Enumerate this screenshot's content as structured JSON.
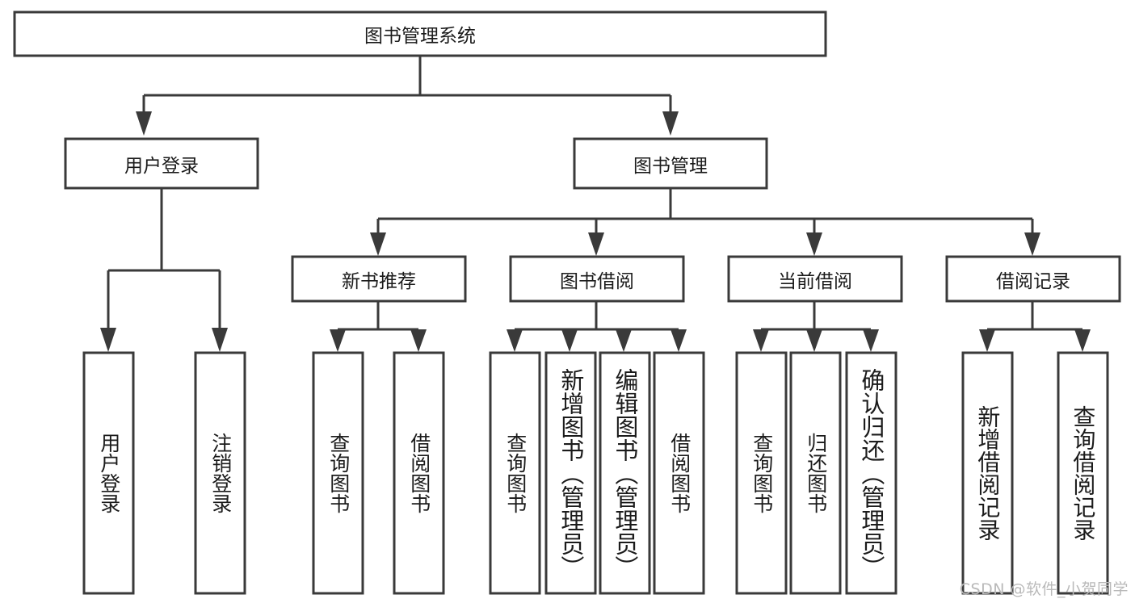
{
  "diagram": {
    "type": "tree-hierarchy-flowchart",
    "title": "图书管理系统",
    "watermark": "CSDN @软件_小贺同学",
    "colors": {
      "box_stroke": "#3a3a3a",
      "box_fill": "#ffffff",
      "text": "#1b1b1b",
      "background": "#ffffff",
      "watermark": "#b9b9b9"
    },
    "nodes": {
      "root": {
        "label": "图书管理系统",
        "level": 1,
        "orientation": "horizontal"
      },
      "l2": [
        {
          "id": "user-login",
          "label": "用户登录",
          "level": 2,
          "orientation": "horizontal"
        },
        {
          "id": "book-management",
          "label": "图书管理",
          "level": 2,
          "orientation": "horizontal"
        }
      ],
      "l3": [
        {
          "id": "new-book-recommend",
          "label": "新书推荐",
          "level": 3,
          "orientation": "horizontal",
          "parent": "book-management"
        },
        {
          "id": "book-borrow",
          "label": "图书借阅",
          "level": 3,
          "orientation": "horizontal",
          "parent": "book-management"
        },
        {
          "id": "current-borrow",
          "label": "当前借阅",
          "level": 3,
          "orientation": "horizontal",
          "parent": "book-management"
        },
        {
          "id": "borrow-record",
          "label": "借阅记录",
          "level": 3,
          "orientation": "horizontal",
          "parent": "book-management"
        }
      ],
      "leaves": [
        {
          "id": "leaf-user-login",
          "label": "用户登录",
          "parent": "user-login",
          "orientation": "vertical"
        },
        {
          "id": "leaf-logout",
          "label": "注销登录",
          "parent": "user-login",
          "orientation": "vertical"
        },
        {
          "id": "leaf-query-book-1",
          "label": "查询图书",
          "parent": "new-book-recommend",
          "orientation": "vertical"
        },
        {
          "id": "leaf-borrow-book-1",
          "label": "借阅图书",
          "parent": "new-book-recommend",
          "orientation": "vertical"
        },
        {
          "id": "leaf-query-book-2",
          "label": "查询图书",
          "parent": "book-borrow",
          "orientation": "vertical"
        },
        {
          "id": "leaf-add-book",
          "label": "新增图书（管理员）",
          "parent": "book-borrow",
          "orientation": "vertical"
        },
        {
          "id": "leaf-edit-book",
          "label": "编辑图书（管理员）",
          "parent": "book-borrow",
          "orientation": "vertical"
        },
        {
          "id": "leaf-borrow-book-2",
          "label": "借阅图书",
          "parent": "book-borrow",
          "orientation": "vertical"
        },
        {
          "id": "leaf-query-book-3",
          "label": "查询图书",
          "parent": "current-borrow",
          "orientation": "vertical"
        },
        {
          "id": "leaf-return-book",
          "label": "归还图书",
          "parent": "current-borrow",
          "orientation": "vertical"
        },
        {
          "id": "leaf-confirm-return",
          "label": "确认归还（管理员）",
          "parent": "current-borrow",
          "orientation": "vertical"
        },
        {
          "id": "leaf-add-record",
          "label": "新增借阅记录",
          "parent": "borrow-record",
          "orientation": "vertical"
        },
        {
          "id": "leaf-query-record",
          "label": "查询借阅记录",
          "parent": "borrow-record",
          "orientation": "vertical"
        }
      ]
    }
  }
}
